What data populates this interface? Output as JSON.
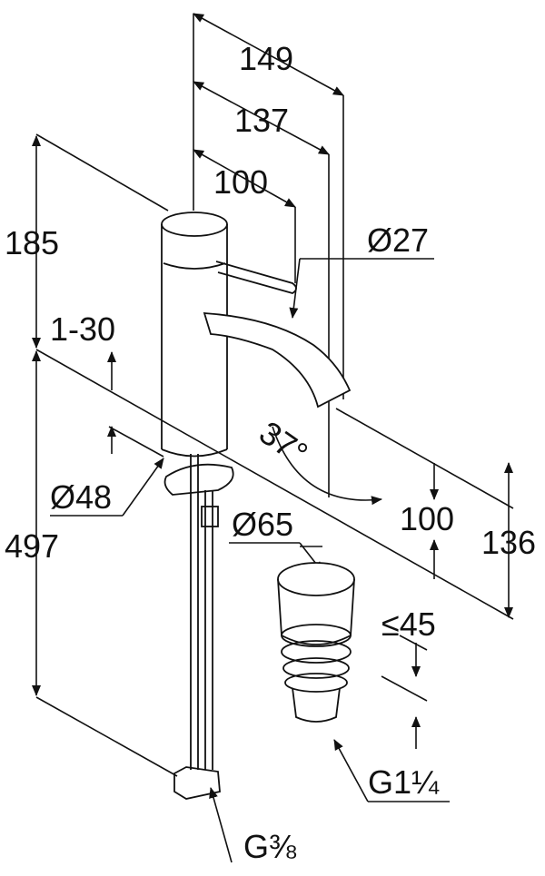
{
  "diagram": {
    "dimensions": {
      "width_149": "149",
      "width_137": "137",
      "width_100_lever": "100",
      "spout_diameter": "Ø27",
      "height_185": "185",
      "deck_thickness": "1-30",
      "spout_angle": "37°",
      "body_diameter": "Ø48",
      "waste_diameter": "Ø65",
      "height_100_spout": "100",
      "height_136": "136",
      "height_497": "497",
      "waste_height": "≤45",
      "waste_thread": "G1¼",
      "hose_thread": "G⅜"
    },
    "colors": {
      "line": "#111111",
      "background": "#ffffff"
    }
  }
}
